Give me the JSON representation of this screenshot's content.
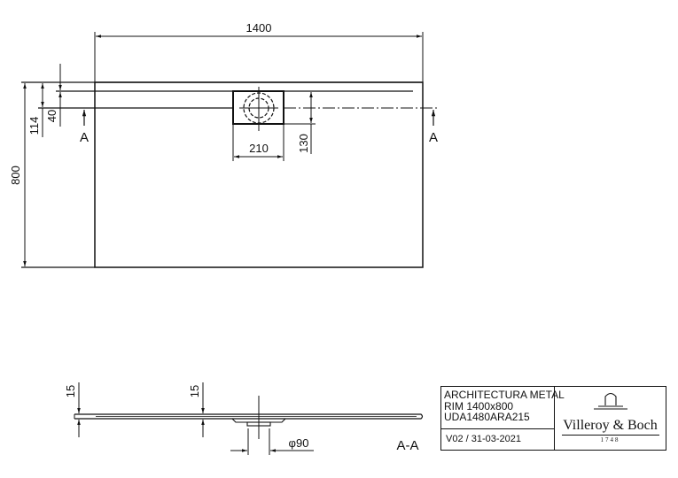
{
  "drawing": {
    "plan_view": {
      "width_dim": "1400",
      "depth_dim": "800",
      "offset_dims": [
        "114",
        "40"
      ],
      "drain_width_dim": "210",
      "drain_depth_dim": "130",
      "section_marker_left": "A",
      "section_marker_right": "A"
    },
    "section_view": {
      "thickness_left": "15",
      "thickness_mid": "15",
      "drain_diameter": "φ90",
      "section_label": "A-A"
    }
  },
  "title_block": {
    "product_line1": "ARCHITECTURA METAL",
    "product_line2": "RIM 1400x800",
    "article_number": "UDA1480ARA215",
    "version": "V02 / 31-03-2021",
    "brand": "Villeroy & Boch",
    "since": "1748"
  }
}
